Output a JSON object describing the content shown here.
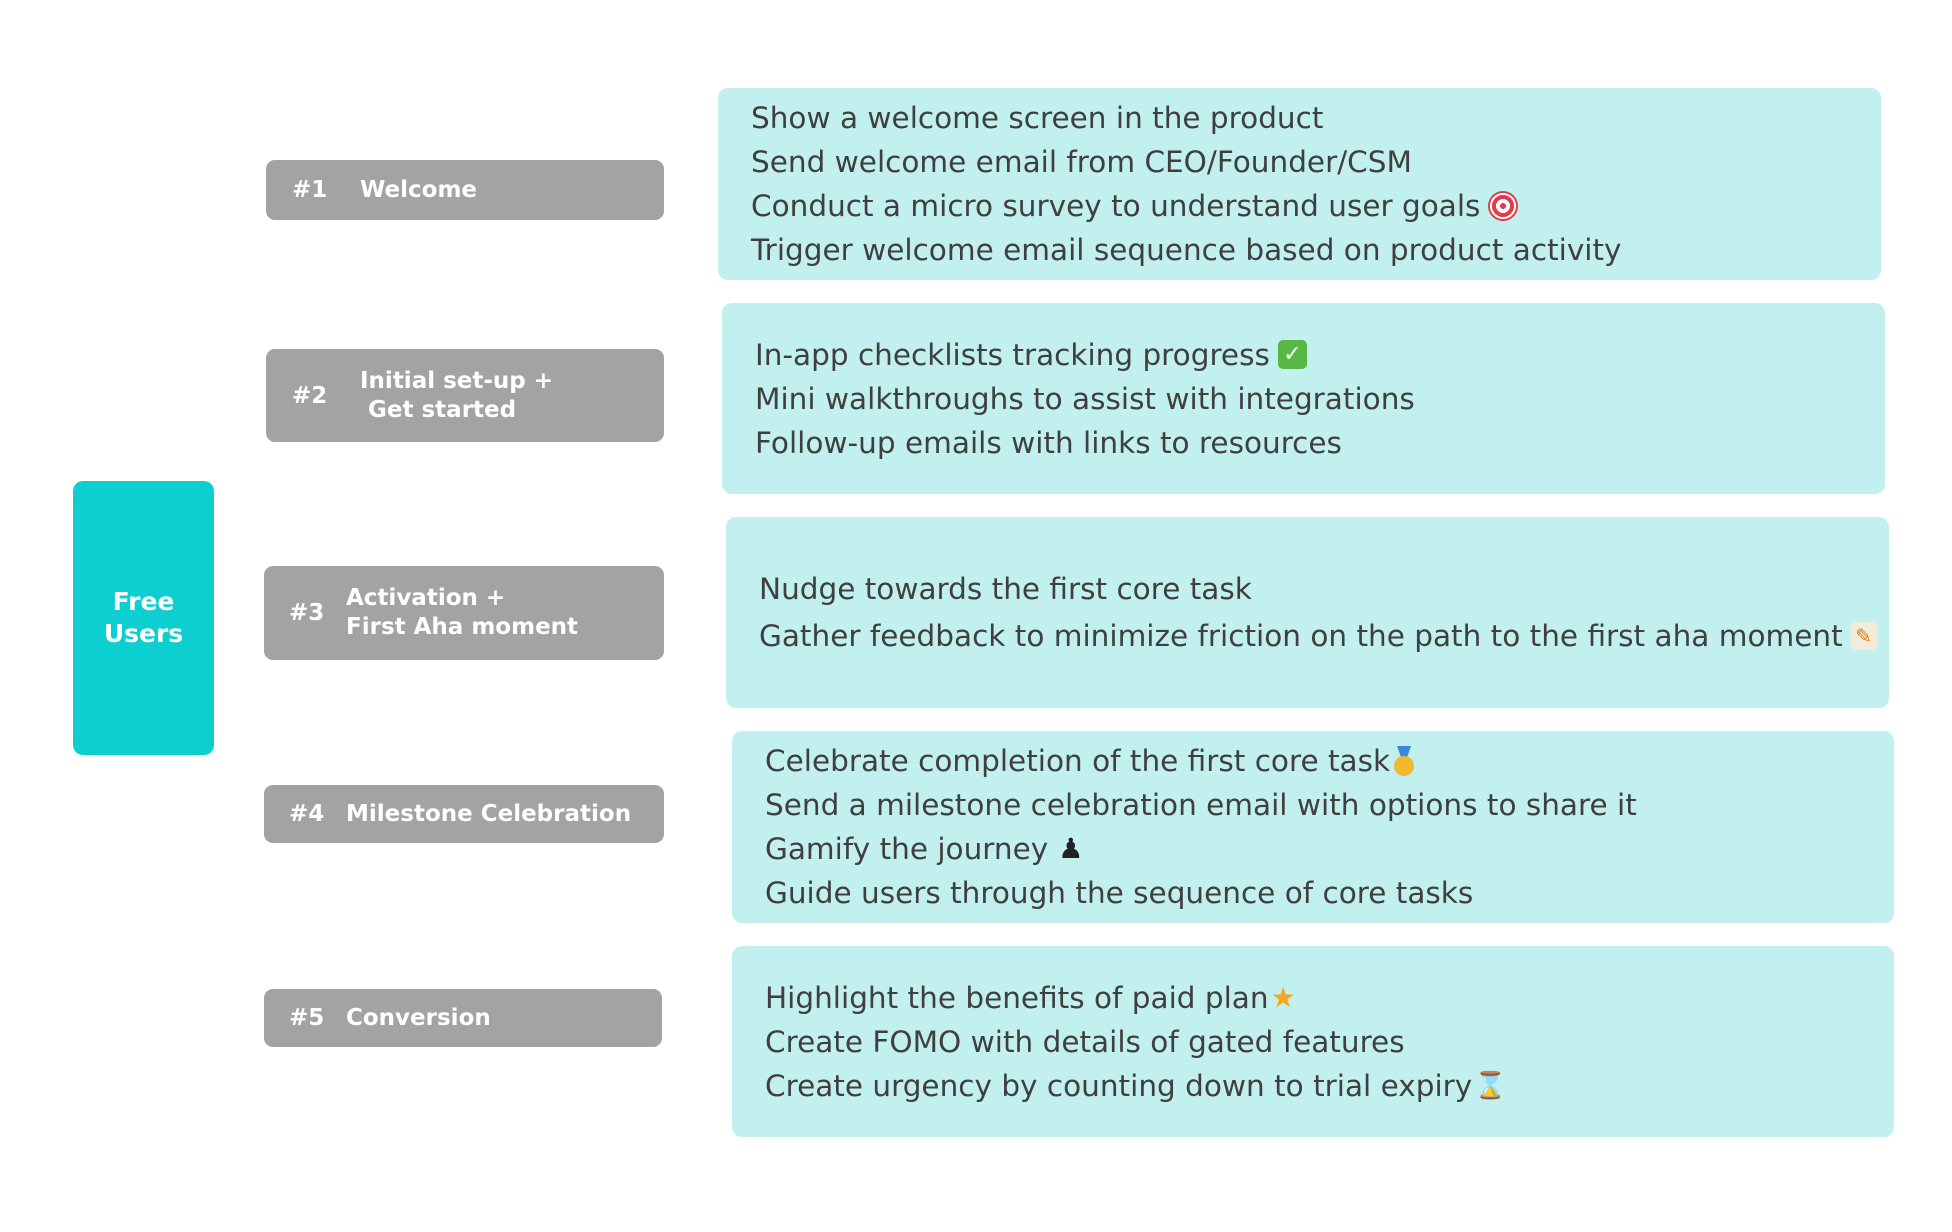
{
  "root": {
    "line1": "Free",
    "line2": "Users"
  },
  "stages": [
    {
      "number": "#1",
      "title_line1": "Welcome",
      "title_line2": ""
    },
    {
      "number": "#2",
      "title_line1": "Initial set-up +",
      "title_line2": " Get started"
    },
    {
      "number": "#3",
      "title_line1": "Activation +",
      "title_line2": "First Aha moment"
    },
    {
      "number": "#4",
      "title_line1": "Milestone Celebration",
      "title_line2": ""
    },
    {
      "number": "#5",
      "title_line1": "Conversion",
      "title_line2": ""
    }
  ],
  "panels": [
    {
      "lines": [
        {
          "text": "Show a welcome screen in the product"
        },
        {
          "text": "Send welcome email from CEO/Founder/CSM"
        },
        {
          "text": "Conduct a micro survey to understand user goals",
          "icon": "target-icon"
        },
        {
          "text": "Trigger welcome email sequence based on product activity"
        }
      ]
    },
    {
      "lines": [
        {
          "text": "In-app checklists tracking progress",
          "icon": "check-mark-icon"
        },
        {
          "text": "Mini walkthroughs to assist with integrations"
        },
        {
          "text": "Follow-up emails with links to resources"
        }
      ]
    },
    {
      "lines": [
        {
          "text": "Nudge towards the first core task"
        },
        {
          "text": "Gather feedback to minimize friction on the path to the first aha moment",
          "icon": "memo-icon"
        }
      ]
    },
    {
      "lines": [
        {
          "text": "Celebrate completion of the first core task",
          "icon": "medal-icon"
        },
        {
          "text": "Send a milestone celebration email with options to share it"
        },
        {
          "text": "Gamify the journey",
          "icon": "chess-pawn-icon"
        },
        {
          "text": "Guide users through the sequence of core tasks"
        }
      ]
    },
    {
      "lines": [
        {
          "text": "Highlight the benefits of paid plan",
          "icon": "star-icon"
        },
        {
          "text": "Create FOMO with details of gated features"
        },
        {
          "text": "Create urgency by counting down to trial expiry",
          "icon": "hourglass-icon"
        }
      ]
    }
  ],
  "colors": {
    "root_fill": "#0ecfcf",
    "stage_fill": "#a3a3a3",
    "panel_fill": "#c1f0ef",
    "panel_text": "#3f3f3f"
  }
}
